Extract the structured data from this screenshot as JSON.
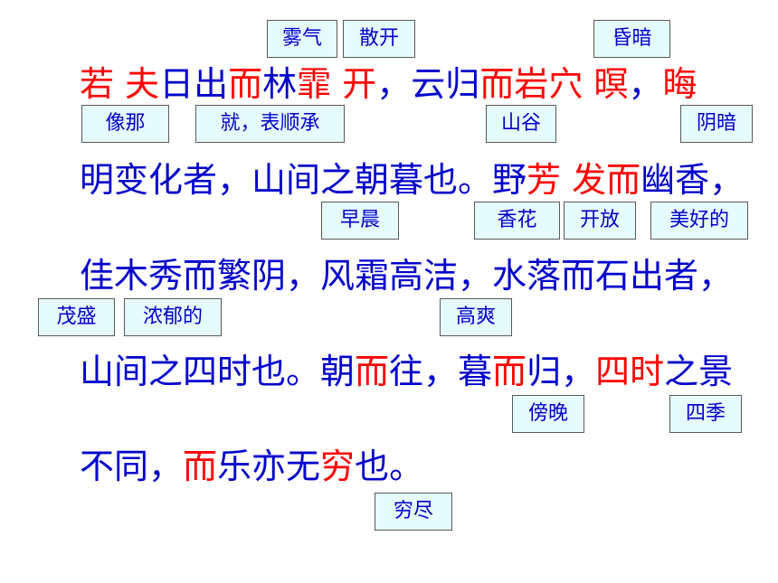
{
  "colors": {
    "text": "#0000cc",
    "highlight": "#ff0000",
    "note_bg": "#e6fbfb"
  },
  "lines": [
    {
      "segments": [
        {
          "t": "若",
          "c": "red"
        },
        {
          "t": " ",
          "c": "blue"
        },
        {
          "t": "夫",
          "c": "red"
        },
        {
          "t": "日出",
          "c": "blue"
        },
        {
          "t": "而",
          "c": "red"
        },
        {
          "t": "林",
          "c": "blue"
        },
        {
          "t": "霏",
          "c": "red"
        },
        {
          "t": " ",
          "c": "blue"
        },
        {
          "t": "开",
          "c": "red"
        },
        {
          "t": "，云归",
          "c": "blue"
        },
        {
          "t": "而岩穴",
          "c": "red"
        },
        {
          "t": " ",
          "c": "blue"
        },
        {
          "t": "暝",
          "c": "red"
        },
        {
          "t": "，",
          "c": "blue"
        },
        {
          "t": "晦",
          "c": "red"
        }
      ]
    },
    {
      "segments": [
        {
          "t": "明变化者，山间之朝暮也。野",
          "c": "blue"
        },
        {
          "t": "芳",
          "c": "red"
        },
        {
          "t": " ",
          "c": "blue"
        },
        {
          "t": "发而",
          "c": "red"
        },
        {
          "t": "幽香，",
          "c": "blue"
        }
      ]
    },
    {
      "segments": [
        {
          "t": "佳木秀而繁阴，风霜高洁，水落而石出者，",
          "c": "blue"
        }
      ]
    },
    {
      "segments": [
        {
          "t": "山间之四时也。朝",
          "c": "blue"
        },
        {
          "t": "而",
          "c": "red"
        },
        {
          "t": "往，暮",
          "c": "blue"
        },
        {
          "t": "而",
          "c": "red"
        },
        {
          "t": "归，",
          "c": "blue"
        },
        {
          "t": "四时",
          "c": "red"
        },
        {
          "t": "之景",
          "c": "blue"
        }
      ]
    },
    {
      "segments": [
        {
          "t": "不同，",
          "c": "blue"
        },
        {
          "t": "而",
          "c": "red"
        },
        {
          "t": "乐亦无",
          "c": "blue"
        },
        {
          "t": "穷",
          "c": "red"
        },
        {
          "t": "也。",
          "c": "blue"
        }
      ]
    }
  ],
  "glosses": [
    {
      "id": "wuqi",
      "text": "雾气"
    },
    {
      "id": "sankai",
      "text": "散开"
    },
    {
      "id": "hunan-1",
      "text": "昏暗"
    },
    {
      "id": "xiangna",
      "text": "像那"
    },
    {
      "id": "jiu-biao",
      "text": "就，表顺承"
    },
    {
      "id": "shangu",
      "text": "山谷"
    },
    {
      "id": "yinan",
      "text": "阴暗"
    },
    {
      "id": "zaochen",
      "text": "早晨"
    },
    {
      "id": "xianghua",
      "text": "香花"
    },
    {
      "id": "kaifang",
      "text": "开放"
    },
    {
      "id": "meihao",
      "text": "美好的"
    },
    {
      "id": "maosheng",
      "text": "茂盛"
    },
    {
      "id": "nongyu",
      "text": "浓郁的"
    },
    {
      "id": "gaoshuang",
      "text": "高爽"
    },
    {
      "id": "bangwan",
      "text": "傍晚"
    },
    {
      "id": "siji",
      "text": "四季"
    },
    {
      "id": "qiongjin",
      "text": "穷尽"
    }
  ]
}
